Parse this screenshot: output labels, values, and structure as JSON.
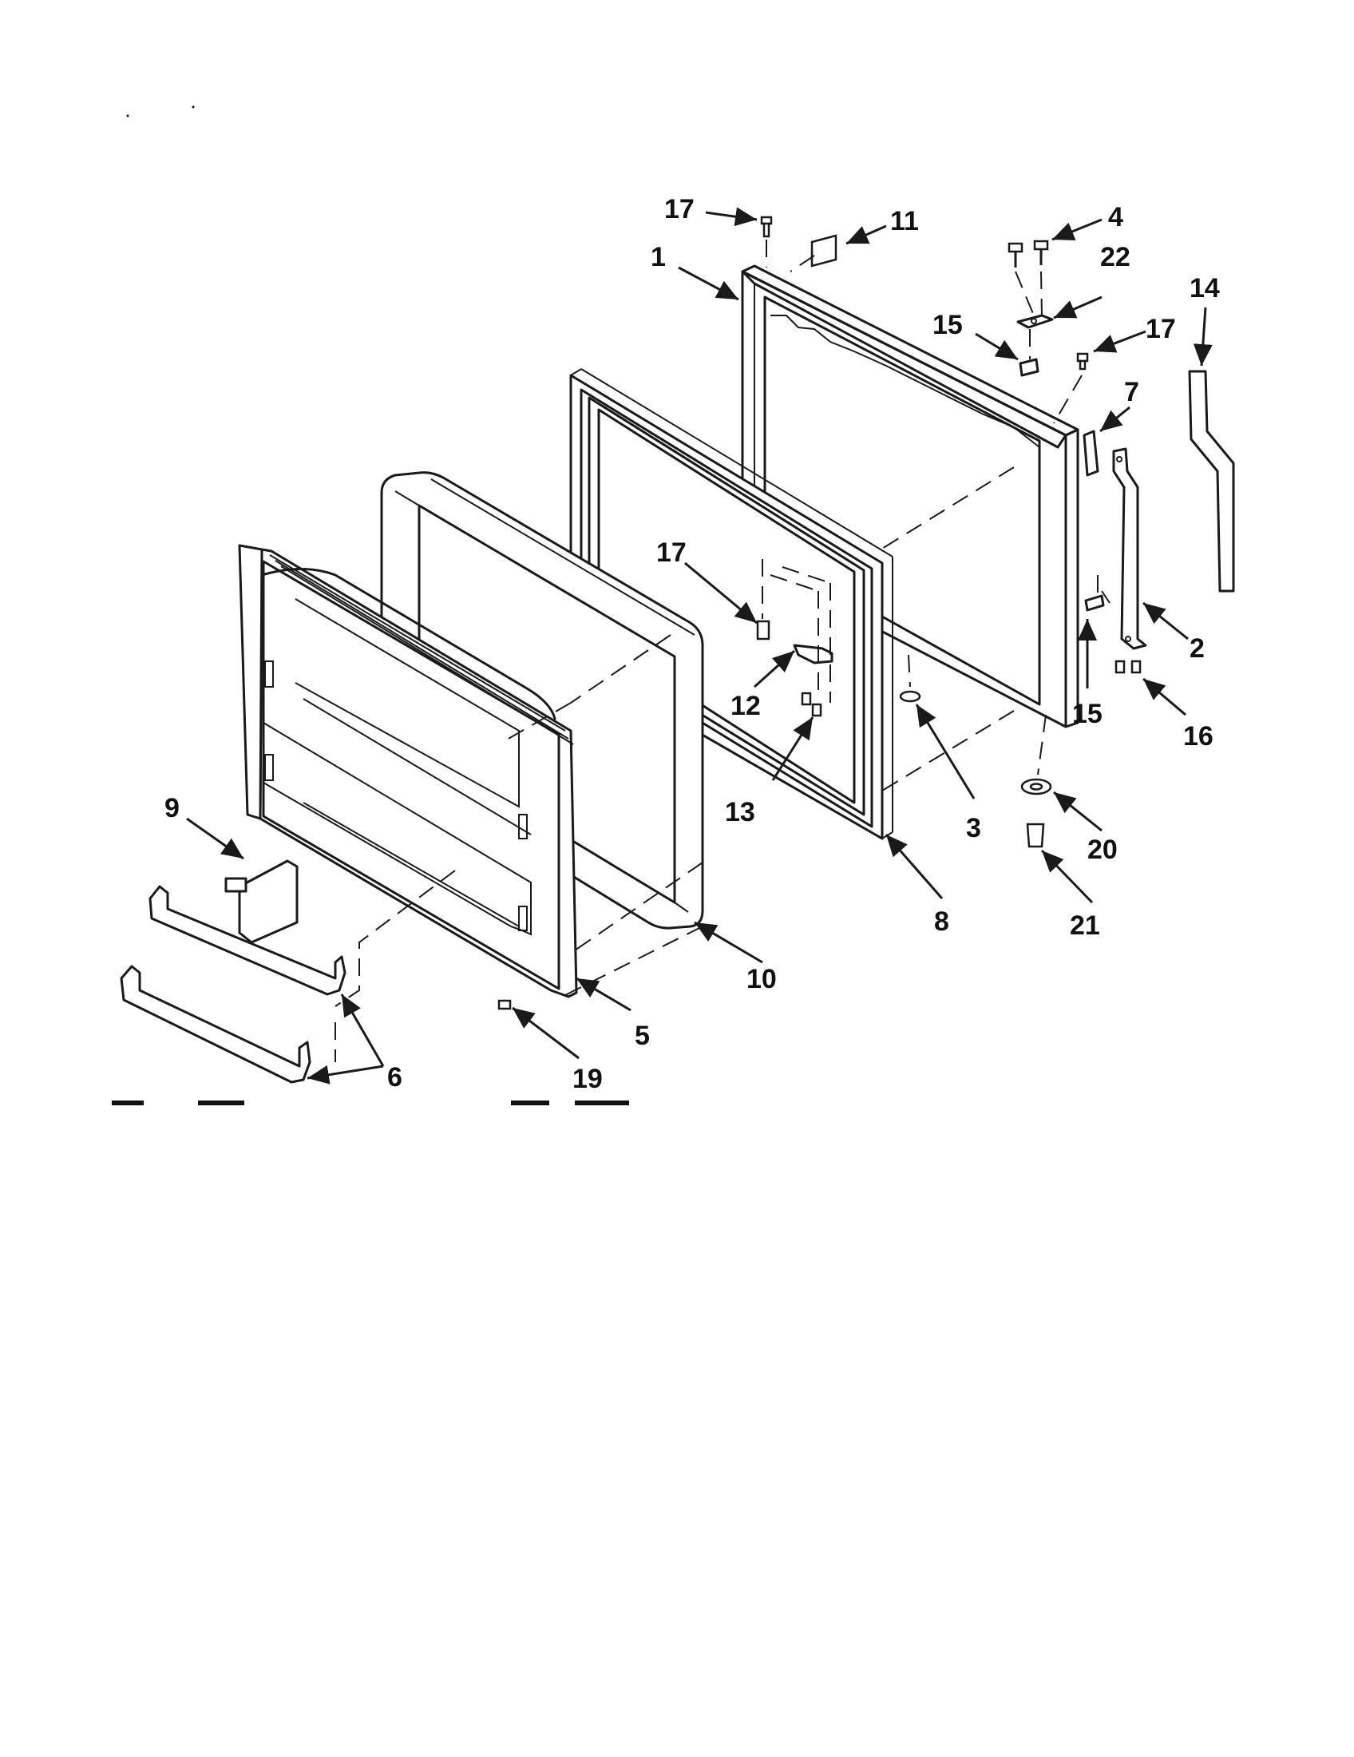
{
  "callouts": [
    {
      "id": "c17a",
      "text": "17"
    },
    {
      "id": "c11",
      "text": "11"
    },
    {
      "id": "c4",
      "text": "4"
    },
    {
      "id": "c22",
      "text": "22"
    },
    {
      "id": "c14",
      "text": "14"
    },
    {
      "id": "c1",
      "text": "1"
    },
    {
      "id": "c15a",
      "text": "15"
    },
    {
      "id": "c17b",
      "text": "17"
    },
    {
      "id": "c7",
      "text": "7"
    },
    {
      "id": "c17c",
      "text": "17"
    },
    {
      "id": "c12",
      "text": "12"
    },
    {
      "id": "c2",
      "text": "2"
    },
    {
      "id": "c15b",
      "text": "15"
    },
    {
      "id": "c16",
      "text": "16"
    },
    {
      "id": "c13",
      "text": "13"
    },
    {
      "id": "c3",
      "text": "3"
    },
    {
      "id": "c20",
      "text": "20"
    },
    {
      "id": "c9",
      "text": "9"
    },
    {
      "id": "c8",
      "text": "8"
    },
    {
      "id": "c21",
      "text": "21"
    },
    {
      "id": "c10",
      "text": "10"
    },
    {
      "id": "c5",
      "text": "5"
    },
    {
      "id": "c6",
      "text": "6"
    },
    {
      "id": "c19",
      "text": "19"
    }
  ]
}
